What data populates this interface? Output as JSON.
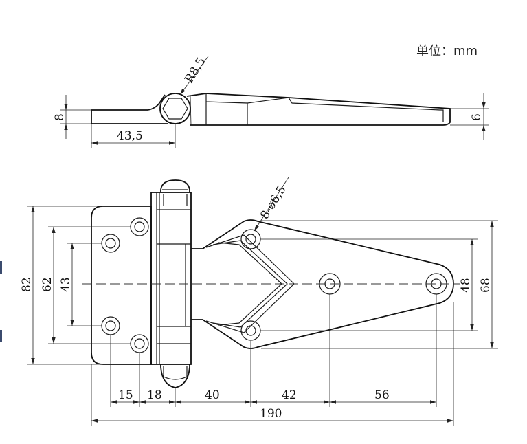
{
  "unit_label": "单位：mm",
  "side_view": {
    "radius": "R8,5",
    "thickness_left": "8",
    "thickness_right": "6",
    "pin_offset": "43,5"
  },
  "top_view": {
    "height_outer": "82",
    "height_mid": "62",
    "height_inner": "43",
    "holes": "8-ø6,5",
    "right_inner": "48",
    "right_outer": "68"
  },
  "bottom_dims": {
    "d1": "15",
    "d2": "18",
    "d3": "40",
    "d4": "42",
    "d5": "56",
    "total": "190"
  },
  "edge_color": "#3b4b6e"
}
